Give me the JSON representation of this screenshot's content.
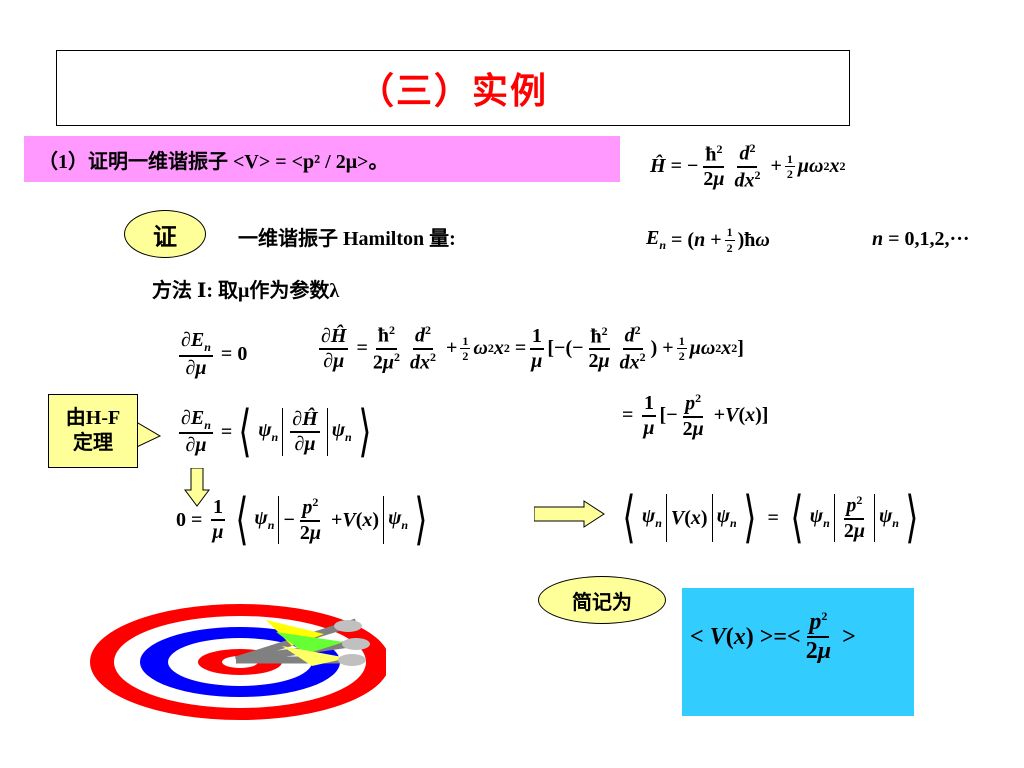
{
  "slide": {
    "title": "（三）实例",
    "problem": "（1）证明一维谐振子 <V> = <p² / 2μ>。",
    "proof_badge": "证",
    "hamilton_text": "一维谐振子 Hamilton  量:",
    "method_text": "方法 Ⅰ:   取μ作为参数λ",
    "hf_label_line1": "由H-F",
    "hf_label_line2": "定理",
    "short_badge": "简记为"
  },
  "colors": {
    "title": "#ff0000",
    "problem_bg": "#ff99ff",
    "badge_bg": "#ffff99",
    "result_bg": "#33ccff",
    "target_red": "#ff0000",
    "target_blue": "#0000ff"
  },
  "equations": {
    "hamiltonian": "Ĥ = −ħ²/2μ · d²/dx² + ½ μω²x²",
    "energy": "Eₙ = (n + ½)ħω",
    "n_values": "n = 0,1,2,···",
    "dE_zero": "∂Eₙ/∂μ = 0",
    "dH_dmu": "∂Ĥ/∂μ = ħ²/2μ² · d²/dx² + ½ ω²x² = 1/μ [−(−ħ²/2μ · d²/dx²) + ½ μω²x²]",
    "dH_result": "= 1/μ [−p²/2μ + V(x)]",
    "hf_theorem": "∂Eₙ/∂μ = ⟨ψₙ|∂Ĥ/∂μ|ψₙ⟩",
    "zero_eq": "0 = 1/μ ⟨ψₙ| −p²/2μ + V(x) |ψₙ⟩",
    "expect_eq": "⟨ψₙ|V(x)|ψₙ⟩ = ⟨ψₙ|p²/2μ|ψₙ⟩",
    "result": "<V(x)>=< p²/2μ >"
  },
  "icons": {
    "target": "dartboard-icon",
    "darts": "darts-icon",
    "arrow_down": "down-arrow-icon",
    "arrow_right": "right-arrow-icon"
  }
}
